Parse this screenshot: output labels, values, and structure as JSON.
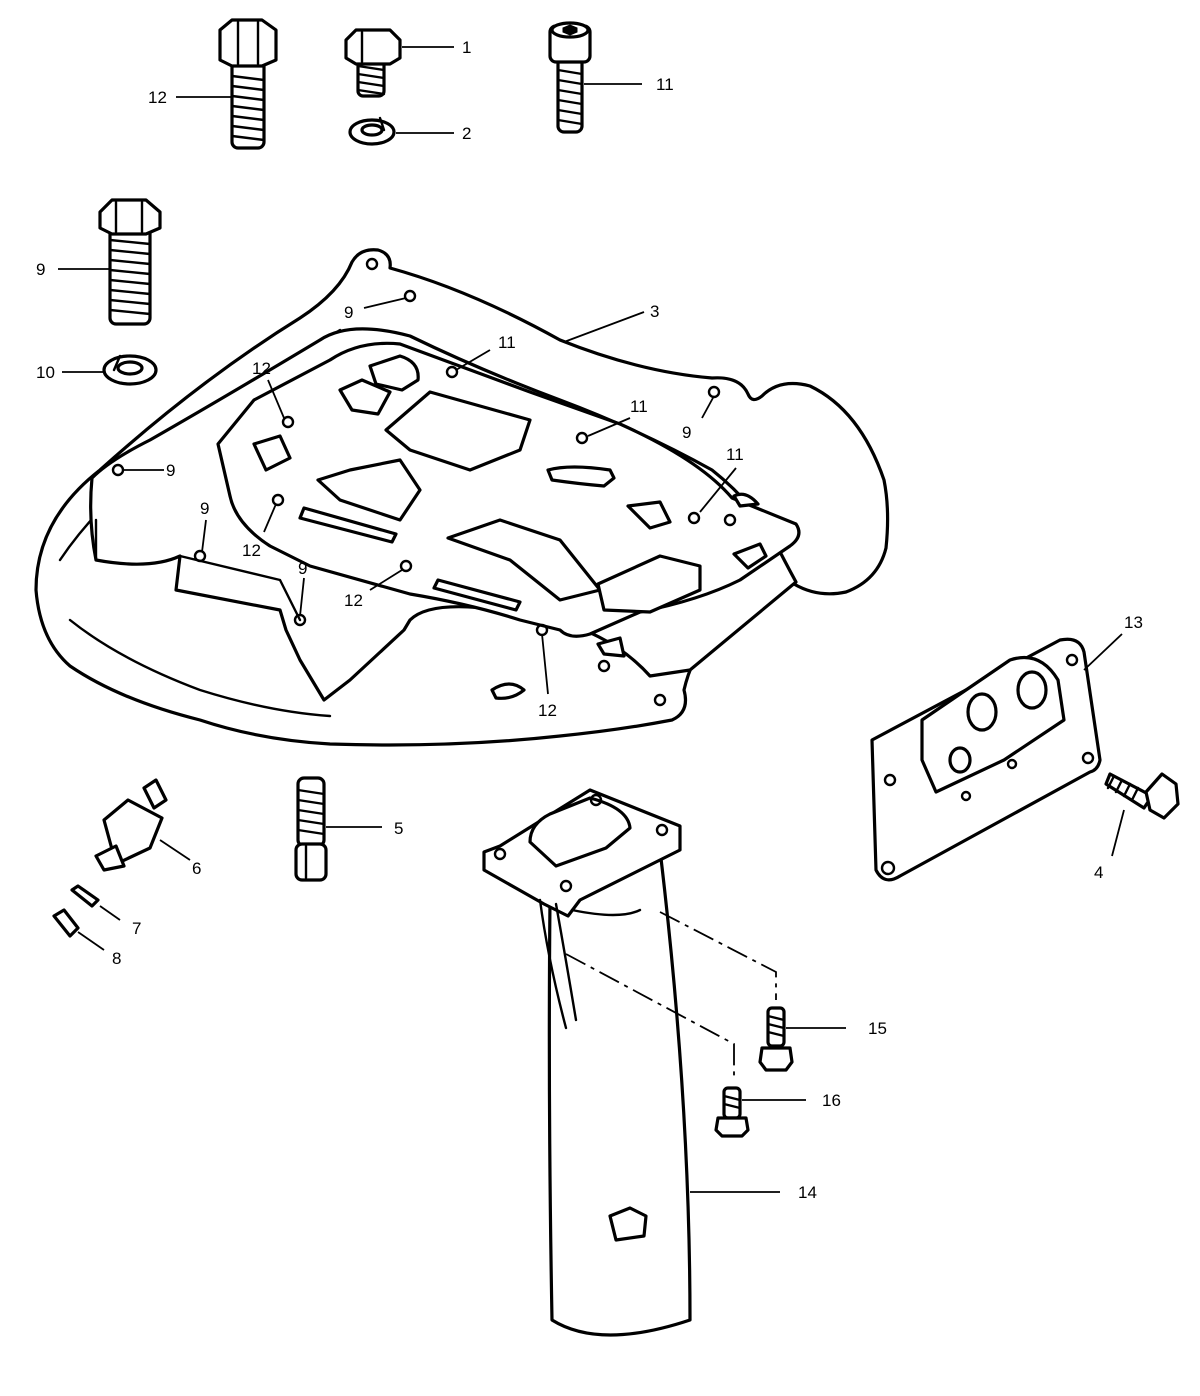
{
  "diagram": {
    "callouts": [
      {
        "id": "c1",
        "text": "1"
      },
      {
        "id": "c2",
        "text": "2"
      },
      {
        "id": "c3",
        "text": "3"
      },
      {
        "id": "c4",
        "text": "4"
      },
      {
        "id": "c5",
        "text": "5"
      },
      {
        "id": "c6",
        "text": "6"
      },
      {
        "id": "c7",
        "text": "7"
      },
      {
        "id": "c8",
        "text": "8"
      },
      {
        "id": "c9a",
        "text": "9"
      },
      {
        "id": "c9b",
        "text": "9"
      },
      {
        "id": "c9c",
        "text": "9"
      },
      {
        "id": "c9d",
        "text": "9"
      },
      {
        "id": "c9e",
        "text": "9"
      },
      {
        "id": "c9f",
        "text": "9"
      },
      {
        "id": "c10",
        "text": "10"
      },
      {
        "id": "c11a",
        "text": "11"
      },
      {
        "id": "c11b",
        "text": "11"
      },
      {
        "id": "c11c",
        "text": "11"
      },
      {
        "id": "c11d",
        "text": "11"
      },
      {
        "id": "c12a",
        "text": "12"
      },
      {
        "id": "c12b",
        "text": "12"
      },
      {
        "id": "c12c",
        "text": "12"
      },
      {
        "id": "c12d",
        "text": "12"
      },
      {
        "id": "c12e",
        "text": "12"
      },
      {
        "id": "c13",
        "text": "13"
      },
      {
        "id": "c14",
        "text": "14"
      },
      {
        "id": "c15",
        "text": "15"
      },
      {
        "id": "c16",
        "text": "16"
      }
    ]
  }
}
